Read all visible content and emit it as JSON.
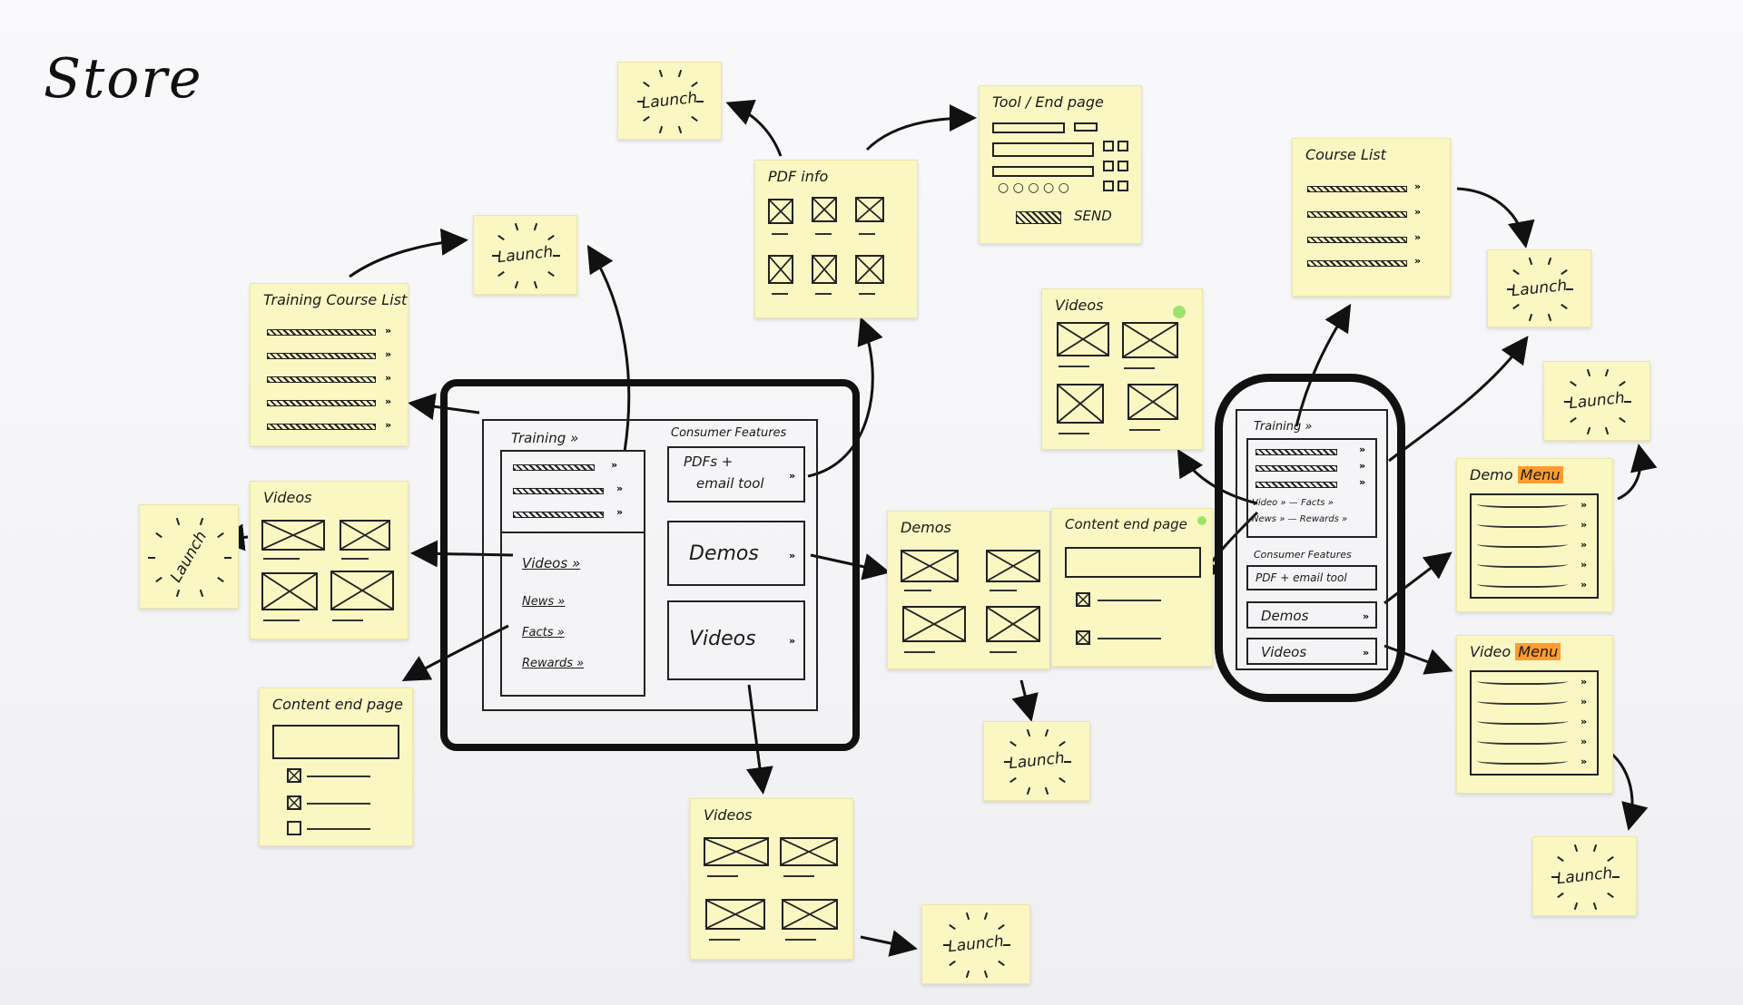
{
  "title": "Store",
  "launch_label": "Launch",
  "notes": {
    "training_course_list": {
      "title": "Training Course List"
    },
    "videos_left": {
      "title": "Videos"
    },
    "content_end_page_left": {
      "title": "Content end page"
    },
    "pdf_info": {
      "title": "PDF info"
    },
    "tool_end_page": {
      "title": "Tool / End page",
      "send": "SEND"
    },
    "videos_bottom": {
      "title": "Videos"
    },
    "demos": {
      "title": "Demos"
    },
    "content_end_page_mid": {
      "title": "Content end page"
    },
    "videos_mid": {
      "title": "Videos"
    },
    "course_list": {
      "title": "Course List"
    },
    "demo_menu": {
      "title": "Demo",
      "highlight": "Menu"
    },
    "video_menu": {
      "title": "Video",
      "highlight": "Menu"
    }
  },
  "tablet": {
    "training": "Training »",
    "consumer_features": "Consumer Features",
    "pdfs_line1": "PDFs +",
    "pdfs_line2": "email tool",
    "videos_link": "Videos »",
    "news": "News »",
    "facts": "Facts »",
    "rewards": "Rewards »",
    "demos": "Demos",
    "videos": "Videos"
  },
  "phone": {
    "training": "Training »",
    "video_facts": "Video » — Facts »",
    "news_rewards": "News » — Rewards »",
    "consumer_features": "Consumer Features",
    "pdf_email": "PDF + email tool",
    "demos": "Demos",
    "videos": "Videos"
  },
  "colors": {
    "sticky": "#faf7c3",
    "highlight": "#ff9b2f",
    "ink": "#111111",
    "green_dot": "#9be46a"
  }
}
